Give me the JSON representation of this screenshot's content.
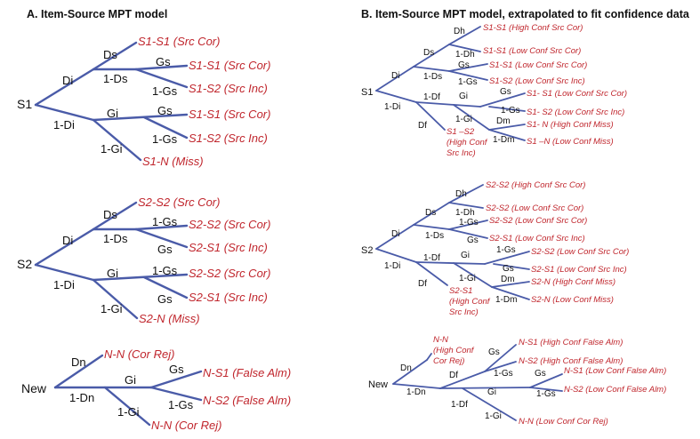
{
  "panelA": {
    "title": "A.   Item-Source MPT model",
    "trees": [
      {
        "root": "S1",
        "labels": [
          "Di",
          "1-Di",
          "Ds",
          "1-Ds",
          "Gs",
          "1-Gs",
          "Gi",
          "1-Gi",
          "Gs",
          "1-Gs"
        ],
        "leaves": [
          "S1-S1 (Src Cor)",
          "S1-S1 (Src Cor)",
          "S1-S2 (Src Inc)",
          "S1-S1 (Src Cor)",
          "S1-S2 (Src Inc)",
          "S1-N (Miss)"
        ]
      },
      {
        "root": "S2",
        "labels": [
          "Di",
          "1-Di",
          "Ds",
          "1-Ds",
          "1-Gs",
          "Gs",
          "Gi",
          "1-Gi",
          "1-Gs",
          "Gs"
        ],
        "leaves": [
          "S2-S2 (Src Cor)",
          "S2-S2 (Src Cor)",
          "S2-S1 (Src Inc)",
          "S2-S2 (Src Cor)",
          "S2-S1 (Src Inc)",
          "S2-N (Miss)"
        ]
      },
      {
        "root": "New",
        "labels": [
          "Dn",
          "1-Dn",
          "Gi",
          "1-Gi",
          "Gs",
          "1-Gs"
        ],
        "leaves": [
          "N-N (Cor Rej)",
          "N-S1 (False Alm)",
          "N-S2 (False Alm)",
          "N-N (Cor Rej)"
        ]
      }
    ]
  },
  "panelB": {
    "title": "B.   Item-Source MPT model, extrapolated to fit confidence data",
    "trees": [
      {
        "root": "S1",
        "labels": [
          "Di",
          "1-Di",
          "Ds",
          "1-Ds",
          "Dh",
          "1-Dh",
          "Gs",
          "1-Gs",
          "1-Df",
          "Df",
          "Gi",
          "1-Gi",
          "Gs",
          "1-Gs",
          "Dm",
          "1-Dm"
        ],
        "leaves": [
          "S1-S1 (High Conf Src Cor)",
          "S1-S1 (Low Conf Src Cor)",
          "S1-S1 (Low Conf Src Cor)",
          "S1-S2 (Low Conf Src Inc)",
          "S1- S1 (Low Conf Src Cor)",
          "S1- S2 (Low Conf Src Inc)",
          "S1- N (High Conf Miss)",
          "S1 –N (Low Conf Miss)"
        ],
        "dfLeaf": [
          "S1 –S2",
          "(High Conf",
          "Src Inc)"
        ]
      },
      {
        "root": "S2",
        "labels": [
          "Di",
          "1-Di",
          "Ds",
          "1-Ds",
          "Dh",
          "1-Dh",
          "1-Gs",
          "Gs",
          "1-Df",
          "Df",
          "Gi",
          "1-Gi",
          "1-Gs",
          "Gs",
          "Dm",
          "1-Dm"
        ],
        "leaves": [
          "S2-S2 (High Conf Src Cor)",
          "S2-S2 (Low Conf Src Cor)",
          "S2-S2 (Low Conf Src Cor)",
          "S2-S1 (Low Conf Src Inc)",
          "S2-S2 (Low Conf Src Cor)",
          "S2-S1 (Low Conf Src Inc)",
          "S2-N (High Conf Miss)",
          "S2-N (Low Conf Miss)"
        ],
        "dfLeaf": [
          "S2-S1",
          "(High Conf",
          "Src Inc)"
        ]
      },
      {
        "root": "New",
        "labels": [
          "Dn",
          "1-Dn",
          "Df",
          "1-Df",
          "Gs",
          "1-Gs",
          "Gi",
          "1-Gi",
          "Gs",
          "1-Gs"
        ],
        "leaves": [
          "N-S1 (High Conf False Alm)",
          "N-S2 (High Conf False Alm)",
          "N-S1 (Low Conf False Alm)",
          "N-S2 (Low Conf False Alm)",
          "N-N (Low Conf Cor Rej)"
        ],
        "dnLeaf": [
          "N-N",
          "(High Conf",
          "Cor Rej)"
        ]
      }
    ]
  }
}
